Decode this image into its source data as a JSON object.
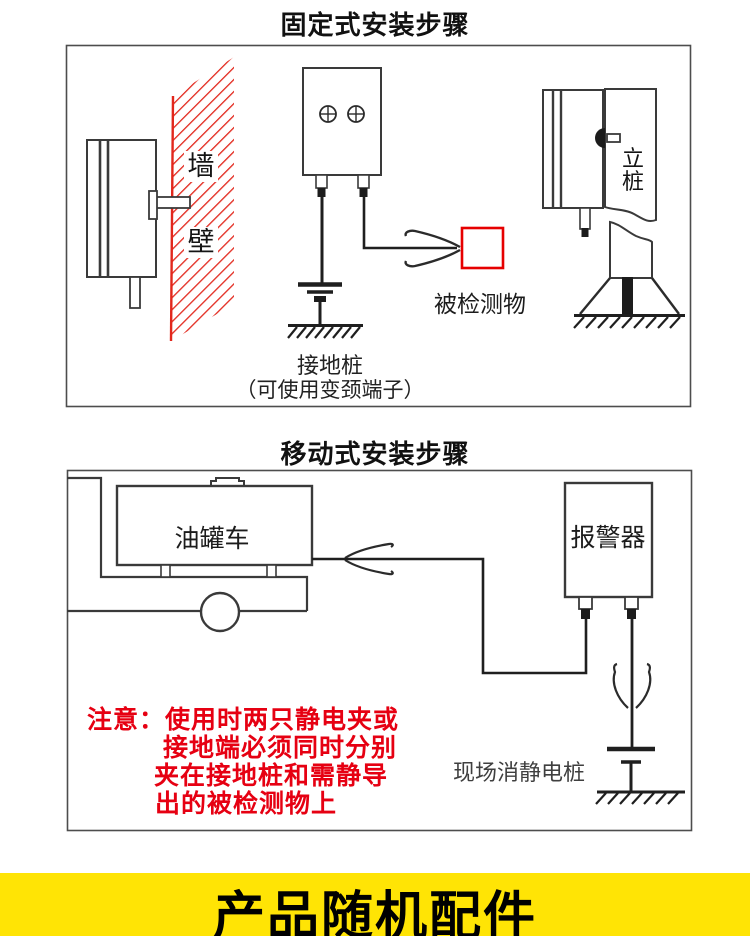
{
  "section1": {
    "title": "固定式安装步骤",
    "wall_label_top": "墙",
    "wall_label_bottom": "壁",
    "ground_stake_label": "接地桩",
    "ground_stake_note": "（可使用变颈端子）",
    "detected_object_label": "被检测物",
    "post_label": "立\n桩"
  },
  "section2": {
    "title": "移动式安装步骤",
    "truck_label": "油罐车",
    "alarm_label": "报警器",
    "site_stake_label": "现场消静电桩",
    "warning_lines": [
      "注意：使用时两只静电夹或",
      "接地端必须同时分别",
      "夹在接地桩和需静导",
      "出的被检测物上"
    ]
  },
  "banner": {
    "title": "产品随机配件"
  },
  "colors": {
    "wall_hatch_red": "#e2271c",
    "detected_box_red": "#e60000",
    "warning_red": "#e60012",
    "banner_yellow": "#ffe405",
    "line_dark": "#333333"
  }
}
